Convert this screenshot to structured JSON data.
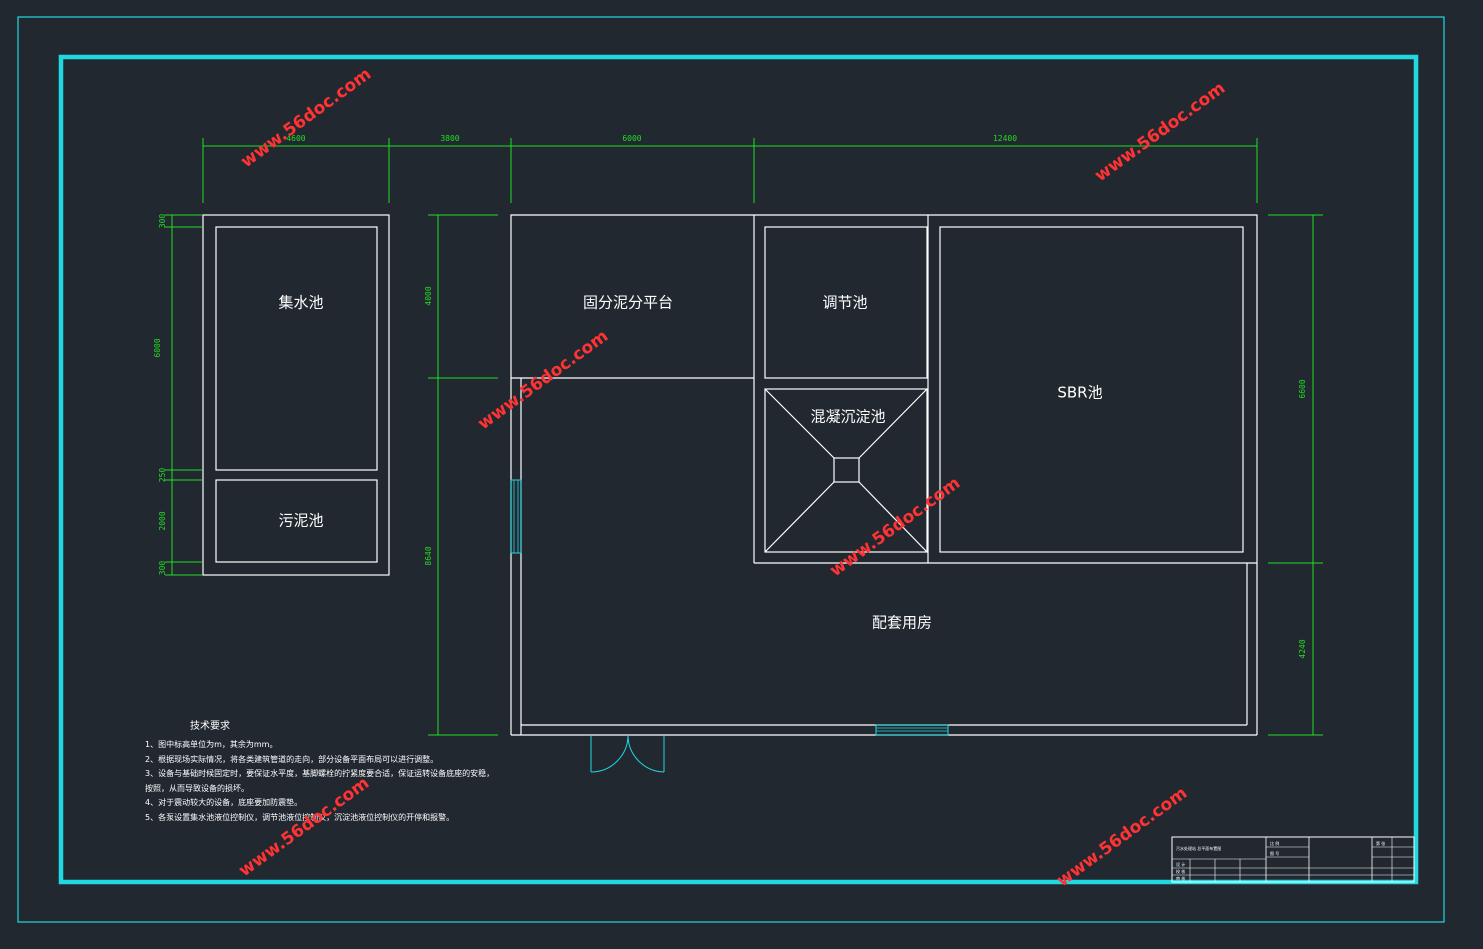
{
  "rooms": {
    "collection_tank": "集水池",
    "sludge_tank": "污泥池",
    "solids_platform": "固分泥分平台",
    "regulating_tank": "调节池",
    "coag_sedimentation": "混凝沉淀池",
    "sbr_tank": "SBR池",
    "ancillary_rooms": "配套用房"
  },
  "dimensions": {
    "top": [
      "4600",
      "3800",
      "6000",
      "12400"
    ],
    "left": [
      "300",
      "6000",
      "250",
      "2000",
      "300"
    ],
    "middle": [
      "4000",
      "8640"
    ],
    "right": [
      "6600",
      "4240"
    ]
  },
  "notes": {
    "title": "技术要求",
    "lines": [
      "1、图中标高单位为m，其余为mm。",
      "2、根据现场实际情况，将各类建筑管道的走向，部分设备平面布局可以进行调整。",
      "3、设备与基础时候固定时，要保证水平度，基脚螺栓的拧紧度要合适，保证运转设备底座的安稳，",
      "按照，从而导致设备的损坏。",
      "4、对于震动较大的设备，底座要加防震垫。",
      "5、各泵设置集水池液位控制仪，调节池液位控制仪，沉淀池液位控制仪的开停和报警。"
    ]
  },
  "title_block": {
    "cells": [
      "污水处理站 总平面布置图",
      "设 计",
      "校 核",
      "审 核",
      "比 例",
      "图 号",
      "第 张"
    ]
  },
  "watermark": "www.56doc.com",
  "colors": {
    "background": "#212830",
    "frame": "#22d8e0",
    "walls": "#ffffff",
    "dimensions": "#22dd22",
    "watermark": "#ff3333"
  }
}
